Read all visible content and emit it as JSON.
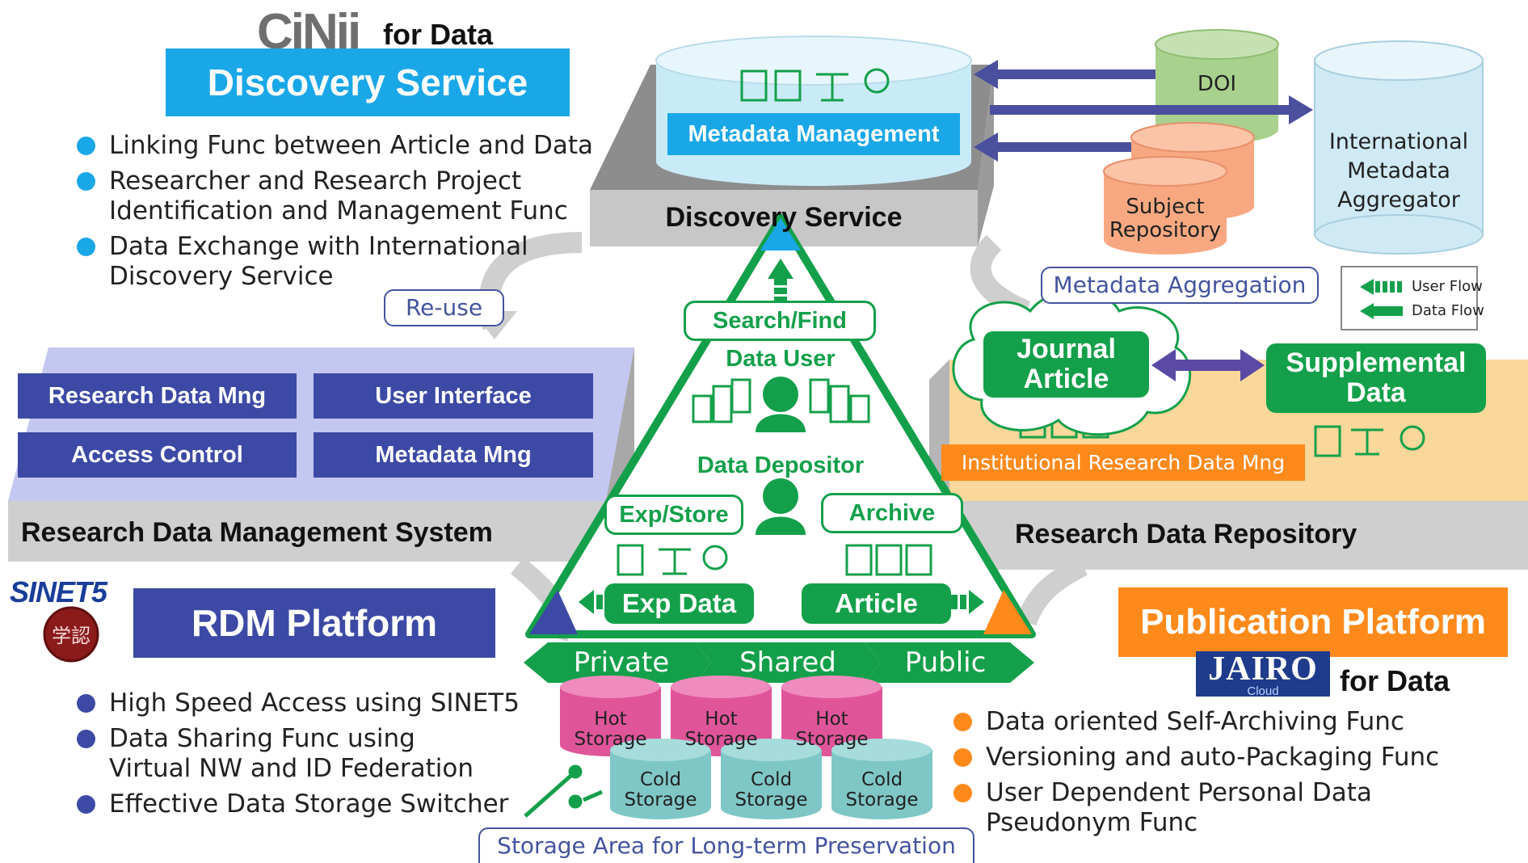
{
  "cinii": {
    "logo": "CiNii",
    "suffix": "for Data",
    "banner": "Discovery Service"
  },
  "cinii_bullets": [
    "Linking Func between Article and Data",
    "Researcher and Research Project\n Identification and Management Func",
    "Data Exchange with International\n Discovery Service"
  ],
  "discovery": {
    "slab_label": "Discovery Service",
    "metadata_mgmt": "Metadata Management"
  },
  "doi": "DOI",
  "subject_repo": "Subject\nRepository",
  "intl_agg": "International\nMetadata\nAggregator",
  "metadata_aggregation": "Metadata Aggregation",
  "legend": {
    "user_flow": "User Flow",
    "data_flow": "Data Flow"
  },
  "reuse": "Re-use",
  "rdms": {
    "boxes": [
      "Research Data Mng",
      "User Interface",
      "Access Control",
      "Metadata Mng"
    ],
    "slab_label": "Research Data Management System"
  },
  "triangle": {
    "search_find": "Search/Find",
    "data_user": "Data User",
    "data_depositor": "Data Depositor",
    "exp_store": "Exp/Store",
    "archive": "Archive",
    "exp_data": "Exp Data",
    "article": "Article"
  },
  "zones": [
    "Private",
    "Shared",
    "Public"
  ],
  "repository": {
    "journal_article": "Journal\nArticle",
    "supplemental_data": "Supplemental\nData",
    "inst_rdm": "Institutional Research Data Mng",
    "slab_label": "Research Data Repository"
  },
  "rdm_platform": {
    "sinet": "SINET5",
    "seal": "学認",
    "banner": "RDM Platform"
  },
  "rdm_bullets": [
    "High Speed Access using SINET5",
    "Data Sharing Func using\n Virtual NW and ID Federation",
    "Effective Data Storage Switcher"
  ],
  "storage": {
    "hot": [
      "Hot\nStorage",
      "Hot\nStorage",
      "Hot\nStorage"
    ],
    "cold": [
      "Cold\nStorage",
      "Cold\nStorage",
      "Cold\nStorage"
    ],
    "area_label": "Storage Area for Long-term Preservation"
  },
  "publication": {
    "banner": "Publication Platform",
    "jairo": "JAIRO",
    "jairo_sub": "Cloud",
    "suffix": "for Data"
  },
  "pub_bullets": [
    "Data oriented Self-Archiving Func",
    "Versioning and auto-Packaging Func",
    "User Dependent Personal Data\n Pseudonym Func"
  ],
  "colors": {
    "cinii_cyan": "#1aa7e8",
    "navy": "#3c4aa5",
    "green": "#14a04a",
    "orange": "#ff8a1c",
    "lavender": "#c4c7f0",
    "peach": "#fad79a",
    "hot_pink": "#e0559a",
    "cold_teal": "#7fc7c6"
  }
}
